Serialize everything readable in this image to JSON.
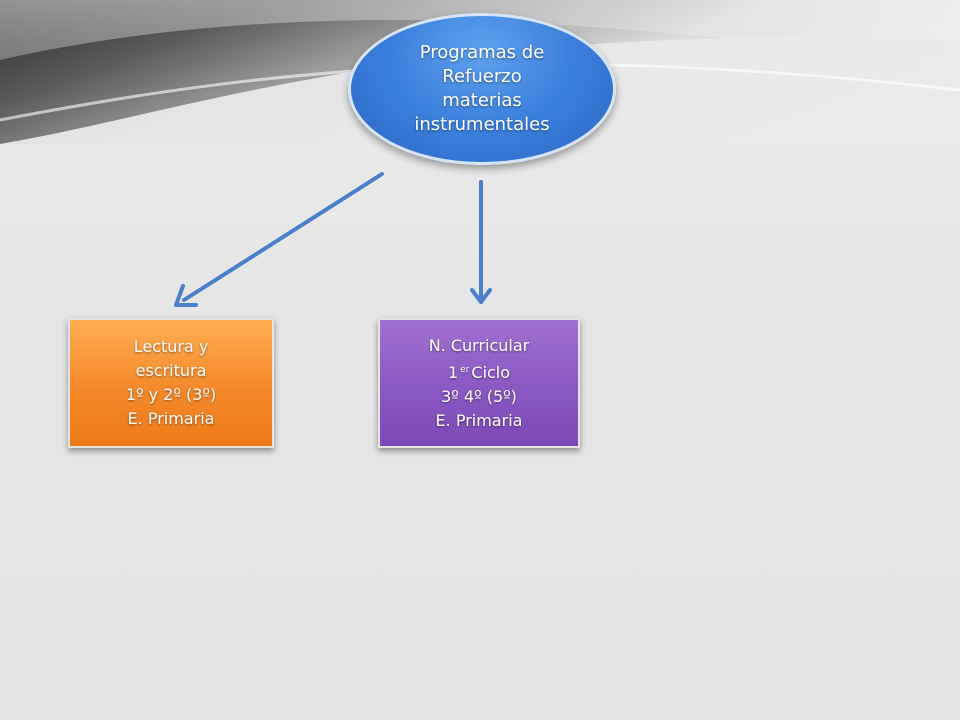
{
  "colors": {
    "root_fill": "#3b7fdc",
    "lectura_fill": "#f4892a",
    "curricular_fill": "#8a58c2",
    "connector": "#4a7fcb",
    "background": "#e6e6e6"
  },
  "nodes": {
    "root": {
      "lines": [
        "Programas de",
        "Refuerzo",
        "materias",
        "instrumentales"
      ]
    },
    "lectura": {
      "lines": [
        "Lectura y",
        "escritura",
        "1º y 2º (3º)",
        "E. Primaria"
      ]
    },
    "curricular": {
      "line1": "N. Curricular",
      "line2_main": "1",
      "line2_sup": "er",
      "line2_rest": "Ciclo",
      "line3": "3º 4º (5º)",
      "line4": "E. Primaria"
    }
  },
  "edges": [
    {
      "from": "root",
      "to": "lectura"
    },
    {
      "from": "root",
      "to": "curricular"
    }
  ]
}
